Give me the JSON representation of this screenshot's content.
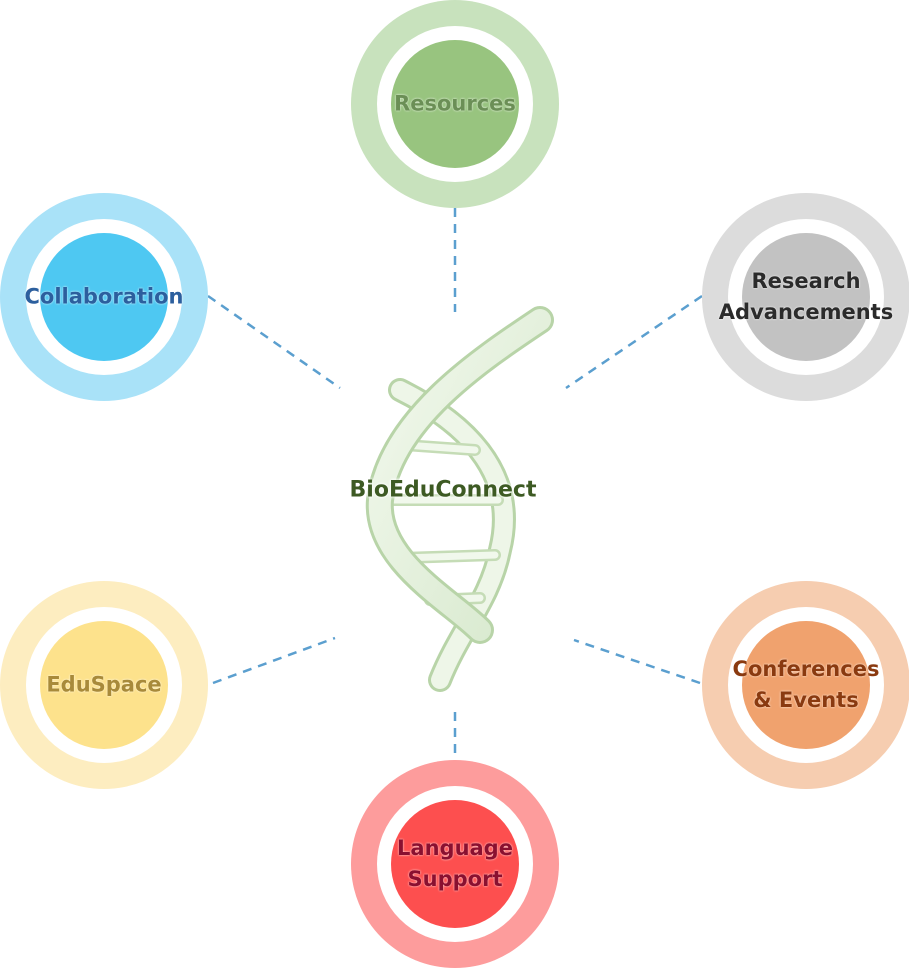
{
  "center": {
    "title": "BioEduConnect",
    "icon": "dna-helix-icon"
  },
  "nodes": {
    "resources": {
      "label": "Resources",
      "ring_color": "#c8e2bd",
      "core_color": "#98c47f",
      "text_color": "#6b8f56"
    },
    "collaboration": {
      "label": "Collaboration",
      "ring_color": "#a9e2f8",
      "core_color": "#4ec8f2",
      "text_color": "#2c5f9e"
    },
    "research": {
      "label": "Research\nAdvancements",
      "ring_color": "#dcdcdc",
      "core_color": "#c2c2c2",
      "text_color": "#2b2b2b"
    },
    "eduspace": {
      "label": "EduSpace",
      "ring_color": "#fdedc0",
      "core_color": "#fde28c",
      "text_color": "#a88a3a"
    },
    "conferences": {
      "label": "Conferences\n& Events",
      "ring_color": "#f6cdb0",
      "core_color": "#f0a26e",
      "text_color": "#8a3a10"
    },
    "language": {
      "label": "Language\nSupport",
      "ring_color": "#fd9c9c",
      "core_color": "#fd4f4f",
      "text_color": "#8a1030"
    }
  },
  "connector_color": "#5b9fcf"
}
